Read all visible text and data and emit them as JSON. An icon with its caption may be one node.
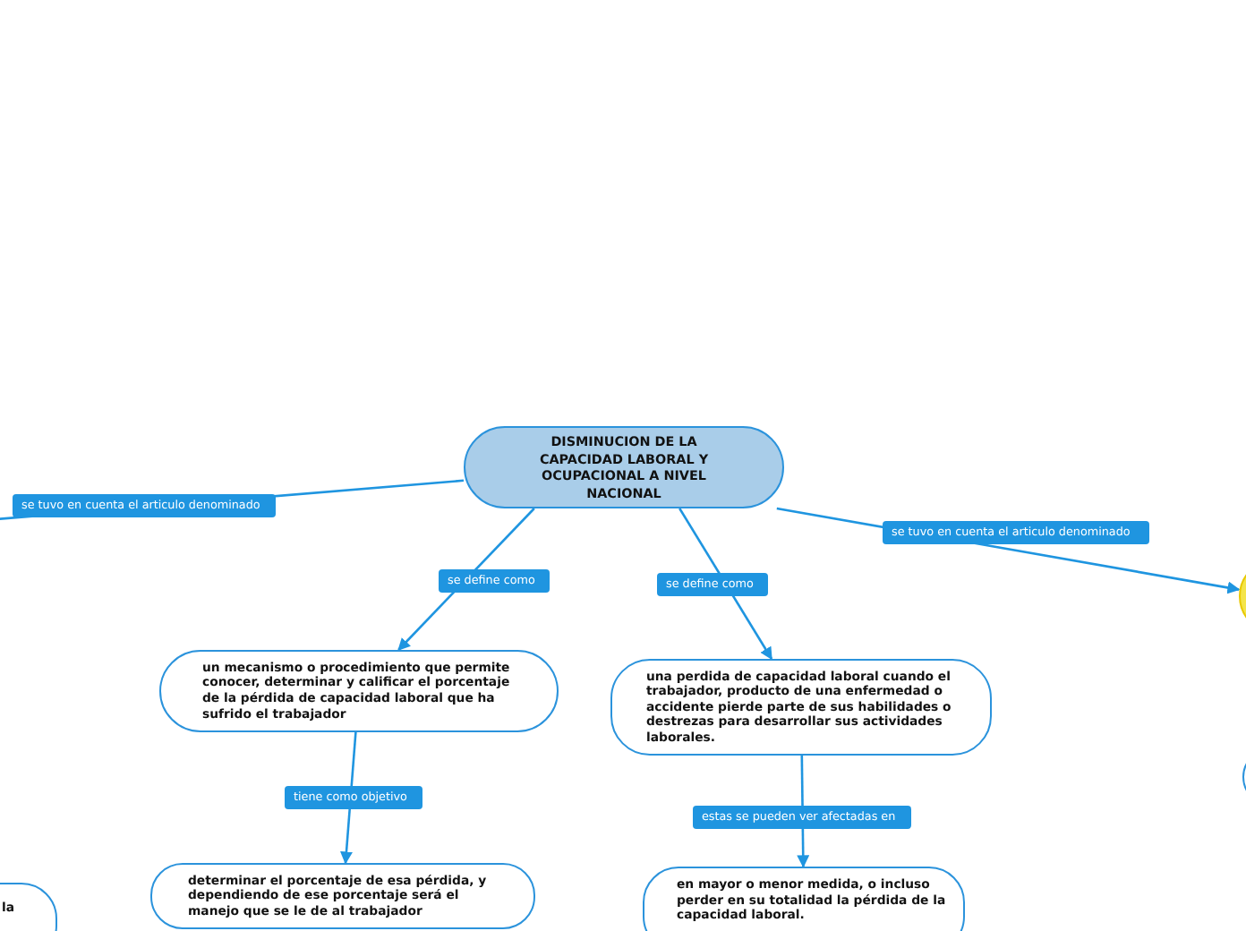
{
  "diagram": {
    "nodes": [
      {
        "text": [
          "DISMINUCION DE LA CAPACIDAD LABORAL Y OCUPACIONAL A NIVEL NACIONAL"
        ]
      },
      {
        "text": [
          "un mecanismo o procedimiento que permite conocer, determinar y calificar el porcentaje de la pérdida de capacidad laboral que ha sufrido el trabajador"
        ]
      },
      {
        "text": [
          "una perdida de capacidad laboral cuando el trabajador, producto de una enfermedad o accidente pierde parte de sus habilidades o destrezas para desarrollar sus actividades laborales."
        ]
      },
      {
        "text": [
          "determinar el porcentaje de esa pérdida, y dependiendo de ese porcentaje será el manejo que se le de al trabajador"
        ]
      },
      {
        "text": [
          "en mayor o menor medida, o incluso perder en su totalidad la pérdida de la capacidad laboral."
        ]
      },
      {
        "text": [
          "la"
        ]
      },
      {
        "text": [],
        "shape": "circle"
      },
      {
        "text": [],
        "shape": "box"
      }
    ],
    "edges": [
      {
        "from": 0,
        "to": null,
        "arrow": "none",
        "label": "se tuvo en cuenta el articulo denominado"
      },
      {
        "from": 0,
        "to": 1,
        "arrow": "to",
        "label": "se define como"
      },
      {
        "from": 0,
        "to": 2,
        "arrow": "to",
        "label": "se define como"
      },
      {
        "from": 0,
        "to": 6,
        "arrow": "to",
        "label": "se tuvo en cuenta el articulo denominado"
      },
      {
        "from": 1,
        "to": 3,
        "arrow": "to",
        "label": "tiene como objetivo"
      },
      {
        "from": 2,
        "to": 4,
        "arrow": "to",
        "label": "estas se pueden ver afectadas en"
      }
    ]
  }
}
